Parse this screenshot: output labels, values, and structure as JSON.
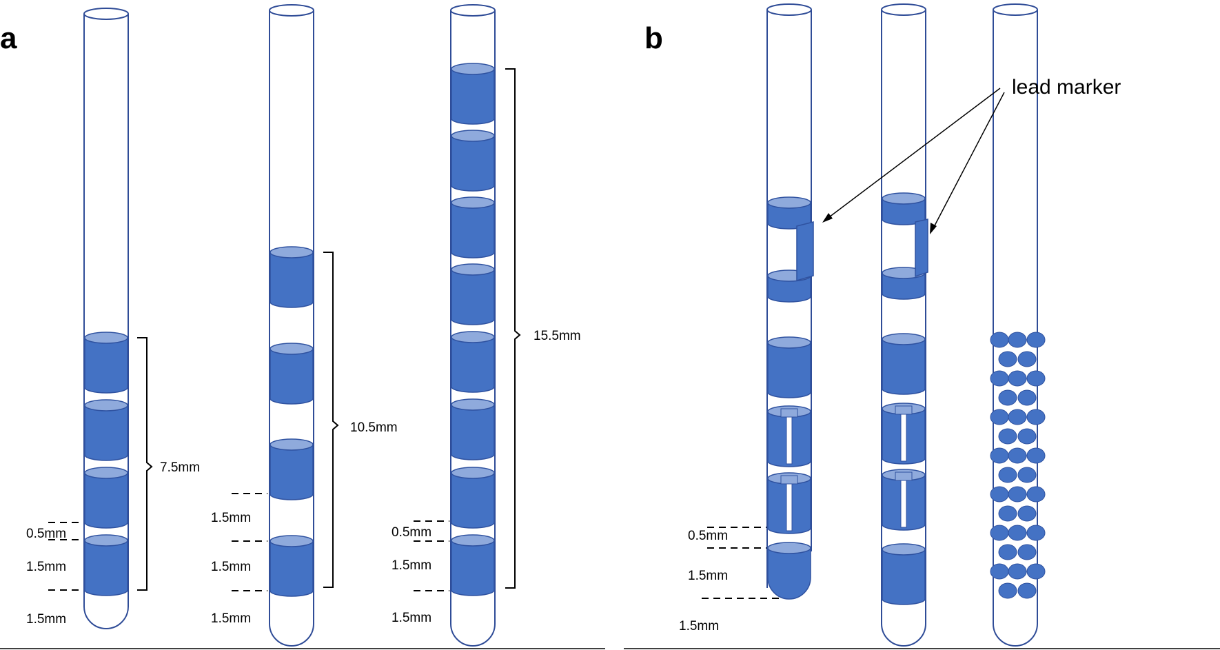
{
  "panels": {
    "a": "a",
    "b": "b"
  },
  "labels": {
    "t1_0_5": "0.5mm",
    "t1_1_5_ring": "1.5mm",
    "t1_1_5_bottom": "1.5mm",
    "t1_span": "7.5mm",
    "t2_1_5_gap": "1.5mm",
    "t2_1_5_ring": "1.5mm",
    "t2_1_5_bottom": "1.5mm",
    "t2_span": "10.5mm",
    "t3_0_5": "0.5mm",
    "t3_1_5_ring": "1.5mm",
    "t3_1_5_bottom": "1.5mm",
    "t3_span": "15.5mm",
    "b_0_5": "0.5mm",
    "b_1_5_ring": "1.5mm",
    "b_1_5_bottom": "1.5mm",
    "lead_marker": "lead marker"
  },
  "colors": {
    "ring_fill": "#4472C4",
    "ring_top": "#8FAADC",
    "tube_outline": "#2F4C97"
  }
}
